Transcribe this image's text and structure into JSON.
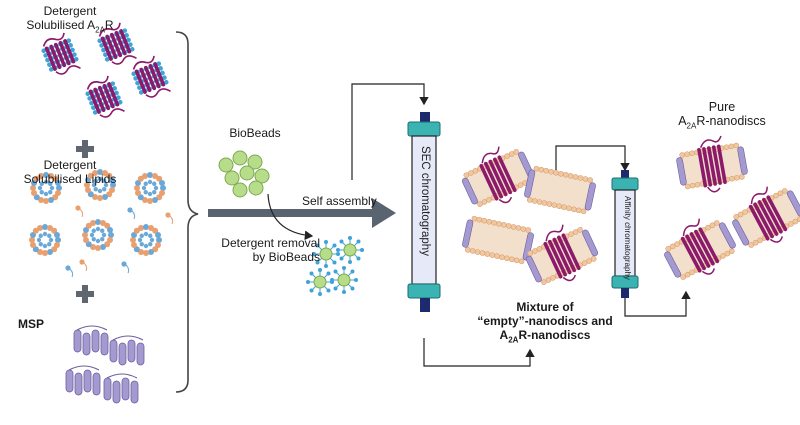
{
  "inputs": {
    "receptor_label_line1": "Detergent",
    "receptor_label_line2_prefix": "Solubilised A",
    "receptor_label_sub": "2A",
    "receptor_label_suffix": "R",
    "lipids_label_line1": "Detergent",
    "lipids_label_line2": "Solubilised Lipids",
    "msp_label": "MSP",
    "plus_symbol": "+"
  },
  "middle": {
    "biobeads_label": "BioBeads",
    "removal_label_line1": "Detergent removal",
    "removal_label_line2": "by BioBeads",
    "self_assembly_label": "Self assembly"
  },
  "columns": {
    "sec_label": "SEC chromatography",
    "affinity_label": "Affinity chromatography"
  },
  "mixture": {
    "line1": "Mixture of",
    "line2": "“empty”-nanodiscs and",
    "line3_prefix": "A",
    "line3_sub": "2A",
    "line3_suffix": "R-nanodiscs"
  },
  "pure": {
    "line1": "Pure",
    "line2_prefix": "A",
    "line2_sub": "2A",
    "line2_suffix": "R-nanodiscs"
  },
  "colors": {
    "receptor": "#8b1a6b",
    "micelle": "#3fa3d8",
    "lipid_head_orange": "#e8a070",
    "lipid_head_blue": "#6aa8d8",
    "msp": "#a59ad0",
    "biobead": "#b7dc8a",
    "column_cap": "#3bb3b3",
    "arrow_grey": "#5a6470",
    "nanodisc_head": "#f0c8a0"
  }
}
